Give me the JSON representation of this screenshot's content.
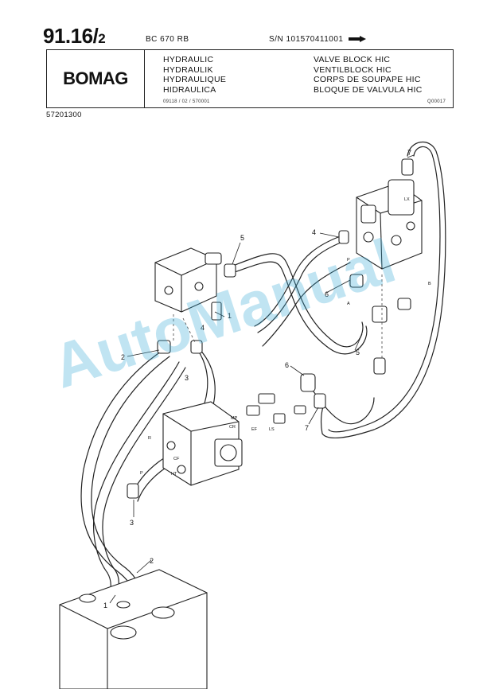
{
  "header": {
    "page_number": "91.16/",
    "page_sub": "2",
    "model": "BC 670 RB",
    "serial": "S/N 101570411001",
    "logo": "BOMAG",
    "titles_left": [
      "HYDRAULIC",
      "HYDRAULIK",
      "HYDRAULIQUE",
      "HIDRAULICA"
    ],
    "titles_right": [
      "VALVE BLOCK HIC",
      "VENTILBLOCK HIC",
      "CORPS DE SOUPAPE HIC",
      "BLOQUE DE VALVULA HIC"
    ],
    "doc_code": "09118 / 02 / 570001",
    "drawing_code": "Q00017",
    "part_number": "57201300"
  },
  "watermark": "AutoManual",
  "callouts": [
    "1",
    "2",
    "3",
    "4",
    "5",
    "6",
    "7"
  ],
  "port_labels": [
    "LX",
    "P",
    "A",
    "B",
    "R",
    "MP",
    "EF",
    "LS",
    "CF",
    "HT",
    "CR"
  ]
}
